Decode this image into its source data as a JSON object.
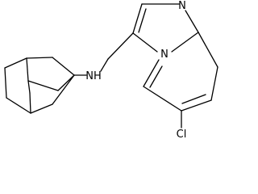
{
  "molecule": {
    "atoms": {
      "amine_nh": "NH",
      "imidazole_n": "N",
      "bridgehead_n": "N",
      "chlorine": "Cl"
    },
    "colors": {
      "bond": "#000000",
      "label": "#000000",
      "background": "#ffffff"
    }
  }
}
